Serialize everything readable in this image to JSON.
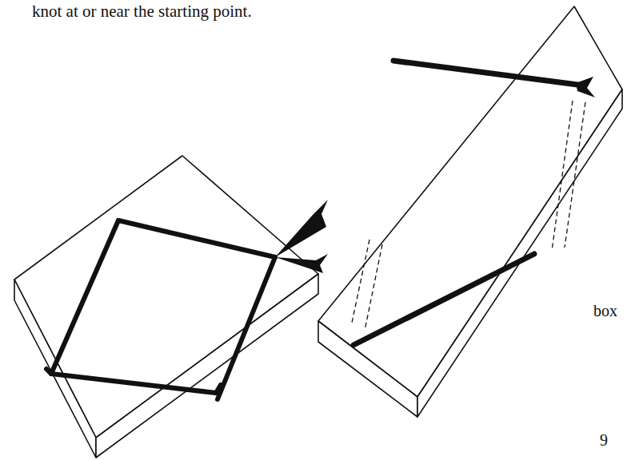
{
  "diagram": {
    "labels": [
      "knot at or near the starting point.",
      "box",
      "9"
    ]
  }
}
